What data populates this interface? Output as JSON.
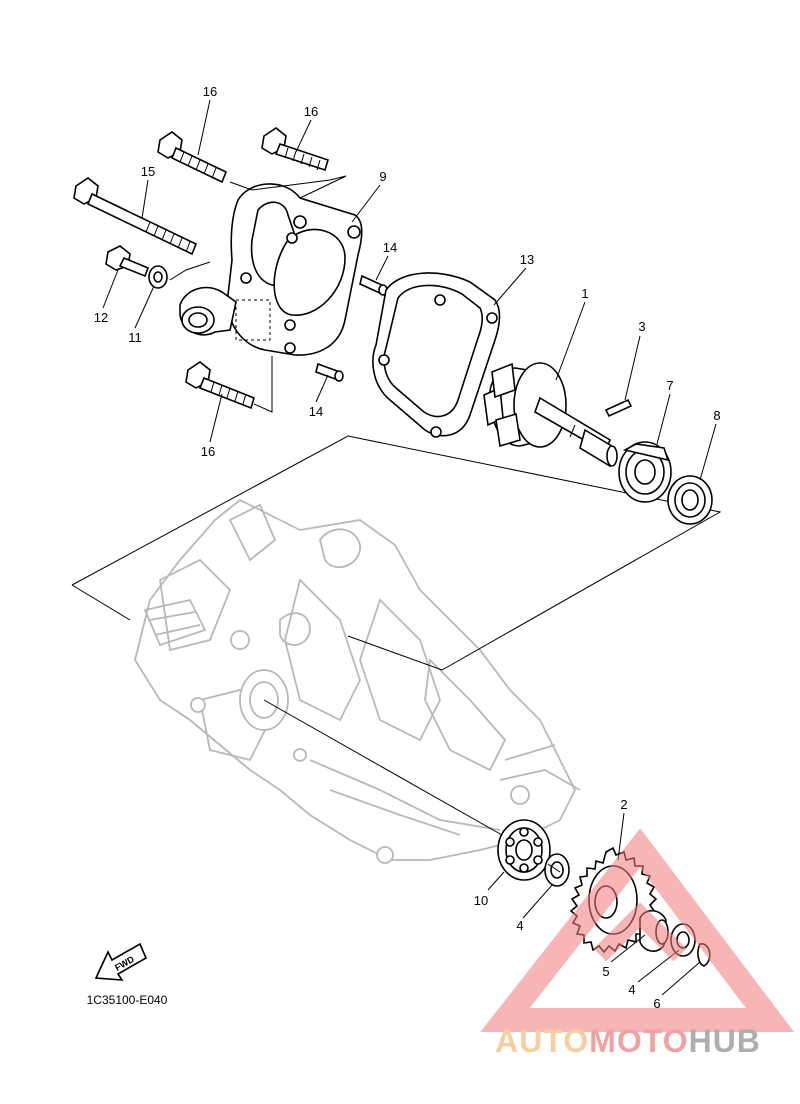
{
  "diagram": {
    "reference_code": "1C35100-E040",
    "fwd_label": "FWD",
    "callouts": [
      "1",
      "2",
      "3",
      "4",
      "4",
      "5",
      "6",
      "7",
      "8",
      "9",
      "10",
      "11",
      "12",
      "13",
      "14",
      "14",
      "15",
      "16",
      "16",
      "16"
    ]
  },
  "watermark": {
    "part_auto": "AUTO",
    "part_moto": "MOTO",
    "part_hub": "HUB",
    "colors": {
      "auto": "#f5c28a",
      "moto": "#f08a8a",
      "hub": "#9a9a9a",
      "triangle": "#f07a7a"
    }
  }
}
